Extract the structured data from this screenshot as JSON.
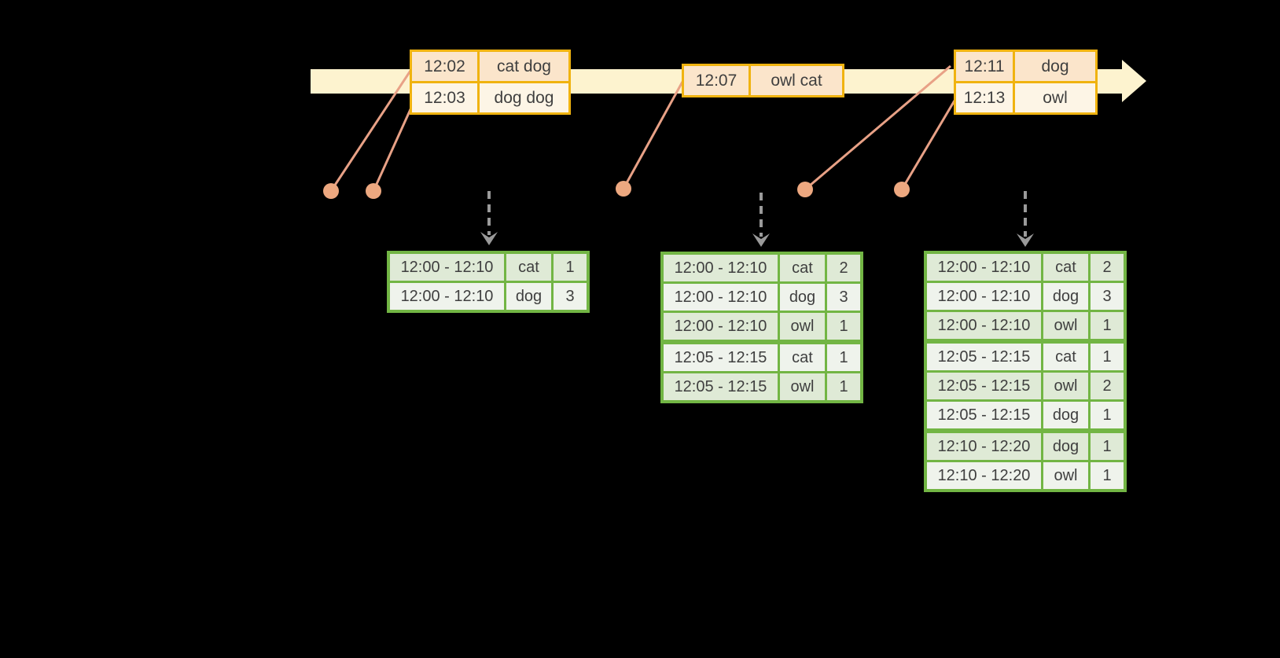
{
  "colors": {
    "background": "#000000",
    "timeline": "#fdf3cf",
    "gold": "#f0b310",
    "peach": "#fbe5cb",
    "cream": "#fdf5e6",
    "salmon": "#e8a186",
    "dot": "#eda880",
    "arrow_gray": "#9a9a9a",
    "green": "#72b544",
    "row_dark": "#dfead6",
    "row_light": "#eff3ec",
    "text": "#3f3f3f"
  },
  "events": [
    {
      "rows": [
        {
          "time": "12:02",
          "words": "cat dog"
        },
        {
          "time": "12:03",
          "words": "dog dog"
        }
      ]
    },
    {
      "rows": [
        {
          "time": "12:07",
          "words": "owl cat"
        }
      ]
    },
    {
      "rows": [
        {
          "time": "12:11",
          "words": "dog"
        },
        {
          "time": "12:13",
          "words": "owl"
        }
      ]
    }
  ],
  "tables": [
    {
      "rows": [
        {
          "window": "12:00 - 12:10",
          "word": "cat",
          "count": "1"
        },
        {
          "window": "12:00 - 12:10",
          "word": "dog",
          "count": "3"
        }
      ],
      "group_breaks": []
    },
    {
      "rows": [
        {
          "window": "12:00 - 12:10",
          "word": "cat",
          "count": "2"
        },
        {
          "window": "12:00 - 12:10",
          "word": "dog",
          "count": "3"
        },
        {
          "window": "12:00 - 12:10",
          "word": "owl",
          "count": "1"
        },
        {
          "window": "12:05 - 12:15",
          "word": "cat",
          "count": "1"
        },
        {
          "window": "12:05 - 12:15",
          "word": "owl",
          "count": "1"
        }
      ],
      "group_breaks": [
        3
      ]
    },
    {
      "rows": [
        {
          "window": "12:00 - 12:10",
          "word": "cat",
          "count": "2"
        },
        {
          "window": "12:00 - 12:10",
          "word": "dog",
          "count": "3"
        },
        {
          "window": "12:00 - 12:10",
          "word": "owl",
          "count": "1"
        },
        {
          "window": "12:05 - 12:15",
          "word": "cat",
          "count": "1"
        },
        {
          "window": "12:05 - 12:15",
          "word": "owl",
          "count": "2"
        },
        {
          "window": "12:05 - 12:15",
          "word": "dog",
          "count": "1"
        },
        {
          "window": "12:10 - 12:20",
          "word": "dog",
          "count": "1"
        },
        {
          "window": "12:10 - 12:20",
          "word": "owl",
          "count": "1"
        }
      ],
      "group_breaks": [
        3,
        6
      ]
    }
  ]
}
